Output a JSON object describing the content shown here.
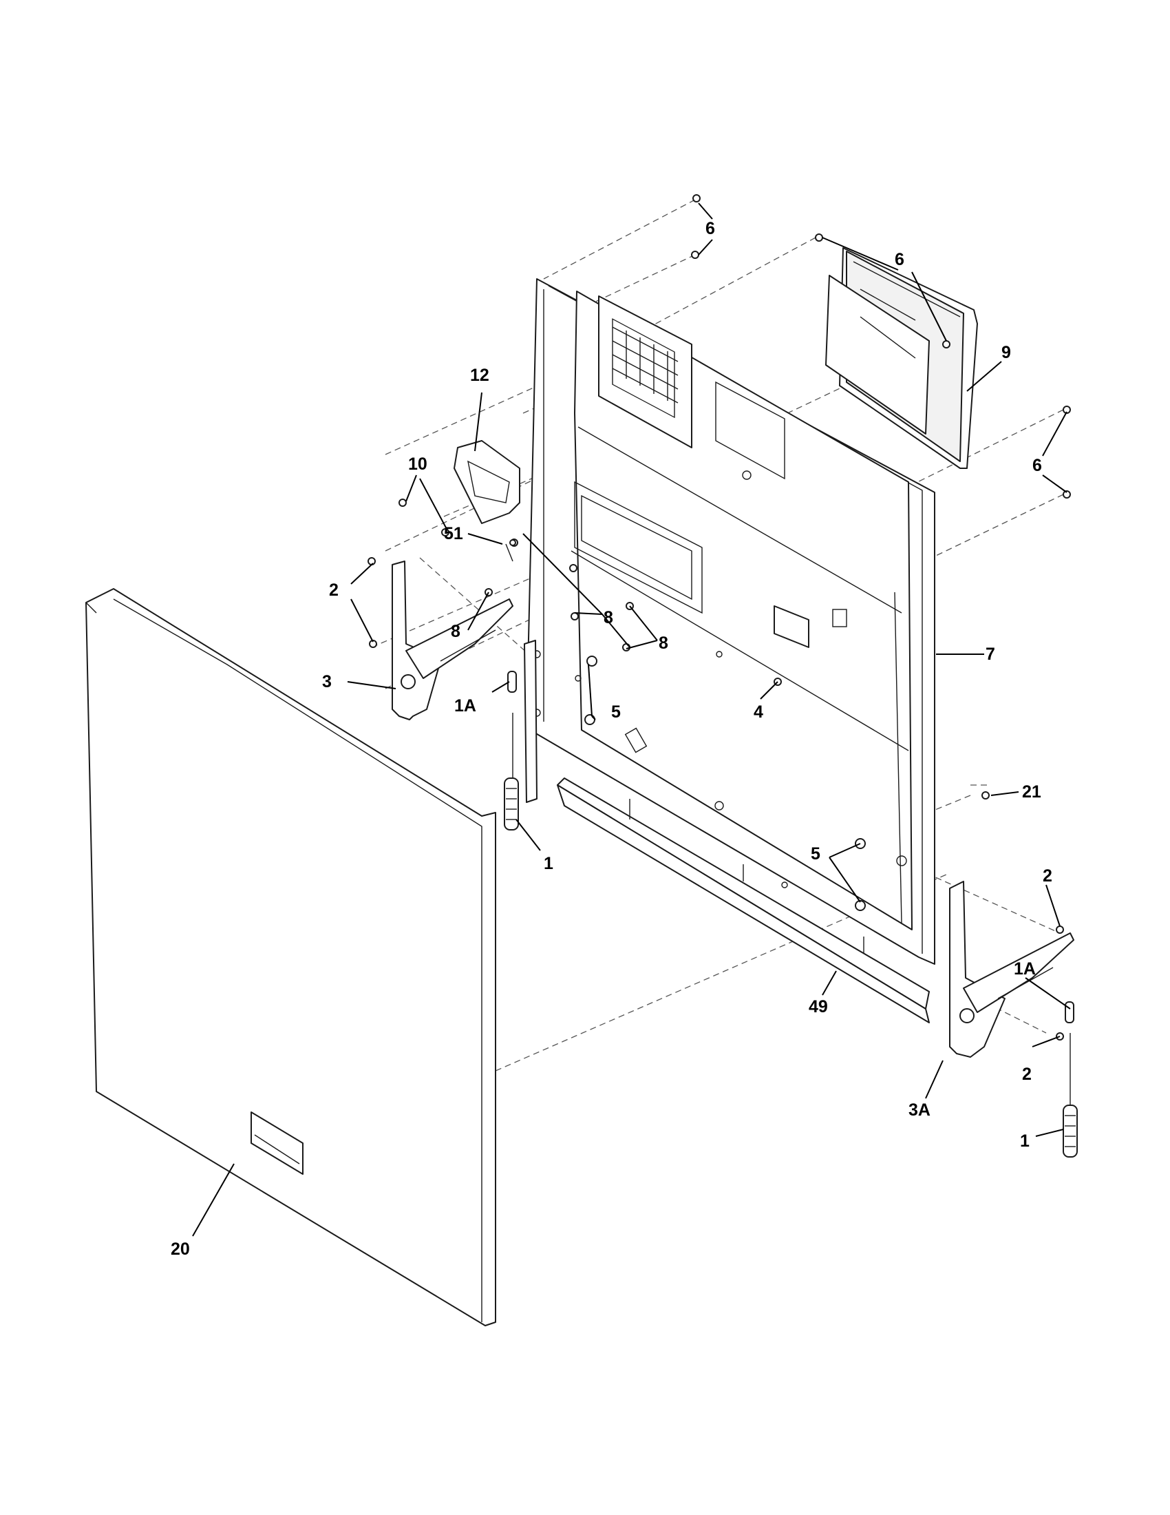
{
  "callouts": {
    "c6a": "6",
    "c6b": "6",
    "c6c": "6",
    "c9": "9",
    "c12": "12",
    "c10": "10",
    "c51": "51",
    "c2a": "2",
    "c8a": "8",
    "c8b": "8",
    "c8c": "8",
    "c3": "3",
    "c1Aa": "1A",
    "c5a": "5",
    "c4": "4",
    "c7": "7",
    "c21": "21",
    "c1a": "1",
    "c5b": "5",
    "c2b": "2",
    "c1Ab": "1A",
    "c49": "49",
    "c2c": "2",
    "c3A": "3A",
    "c1b": "1",
    "c20": "20"
  }
}
